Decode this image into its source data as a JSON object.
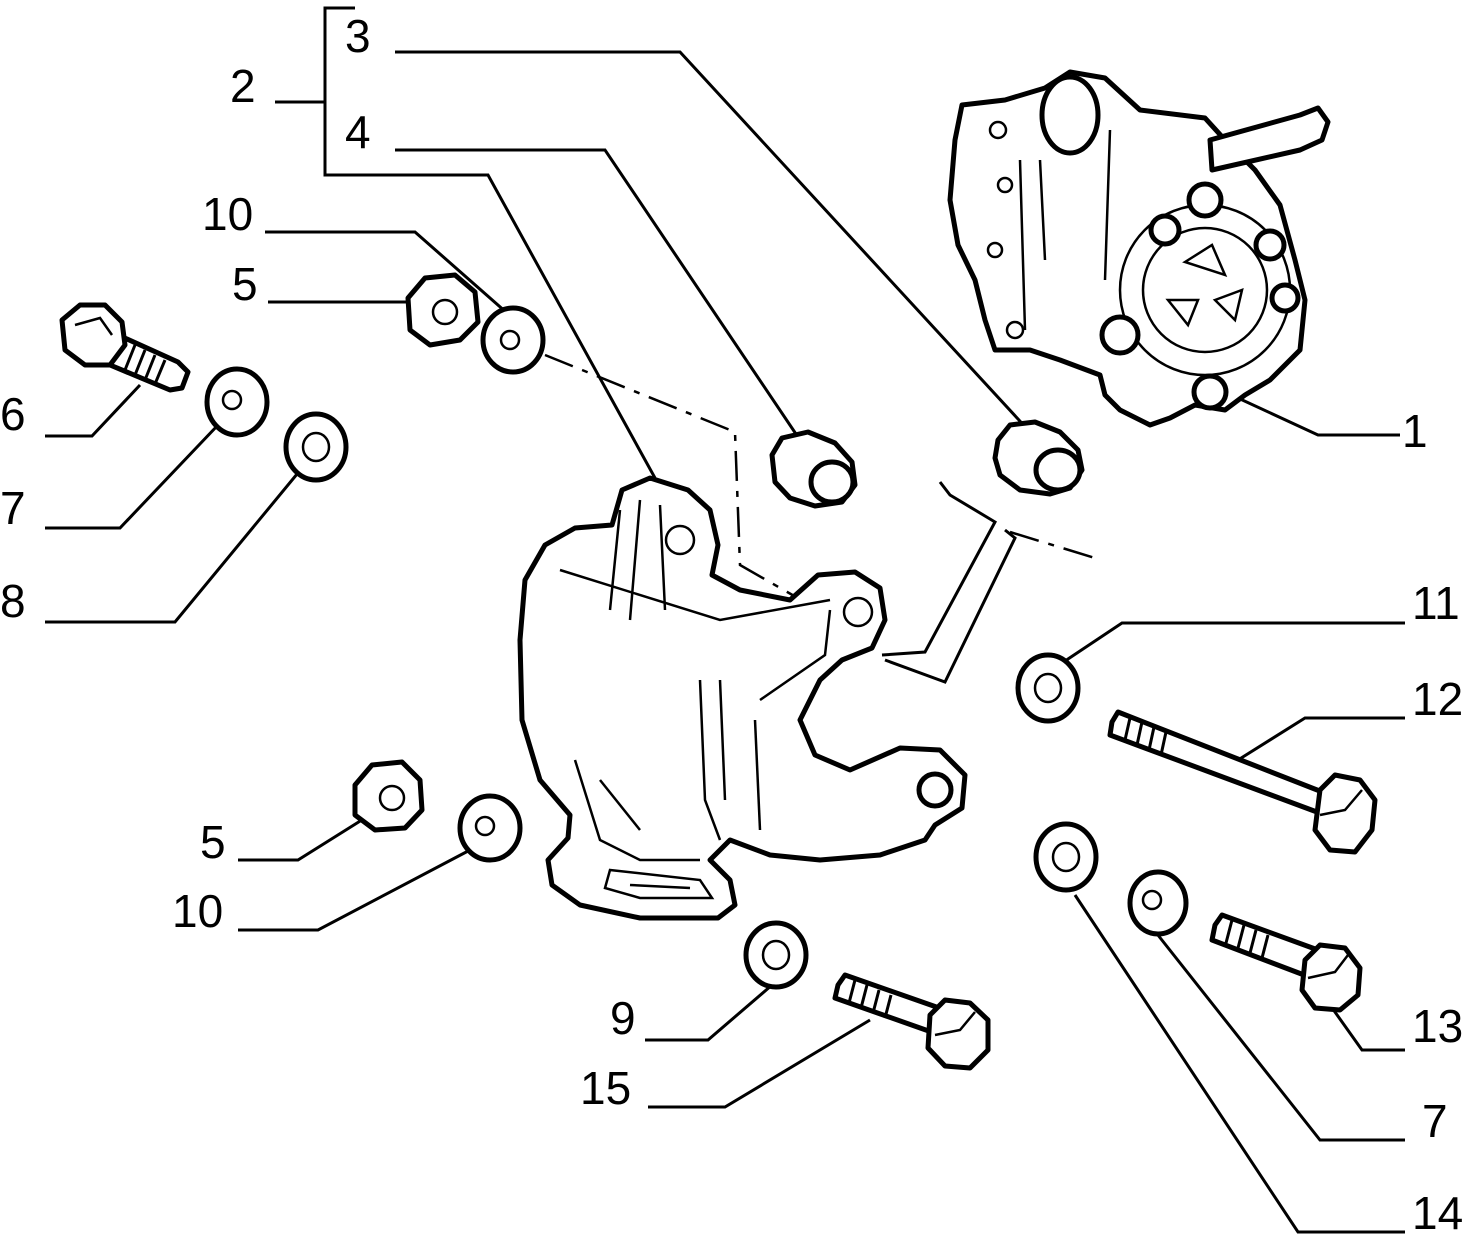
{
  "diagram": {
    "title": "Power steering pump mounting exploded view",
    "callouts": [
      {
        "id": "c1",
        "text": "1"
      },
      {
        "id": "c2",
        "text": "2"
      },
      {
        "id": "c3",
        "text": "3"
      },
      {
        "id": "c4",
        "text": "4"
      },
      {
        "id": "c5a",
        "text": "5"
      },
      {
        "id": "c5b",
        "text": "5"
      },
      {
        "id": "c6",
        "text": "6"
      },
      {
        "id": "c7a",
        "text": "7"
      },
      {
        "id": "c7b",
        "text": "7"
      },
      {
        "id": "c8",
        "text": "8"
      },
      {
        "id": "c9",
        "text": "9"
      },
      {
        "id": "c10a",
        "text": "10"
      },
      {
        "id": "c10b",
        "text": "10"
      },
      {
        "id": "c11",
        "text": "11"
      },
      {
        "id": "c12",
        "text": "12"
      },
      {
        "id": "c13",
        "text": "13"
      },
      {
        "id": "c14",
        "text": "14"
      },
      {
        "id": "c15",
        "text": "15"
      }
    ]
  }
}
